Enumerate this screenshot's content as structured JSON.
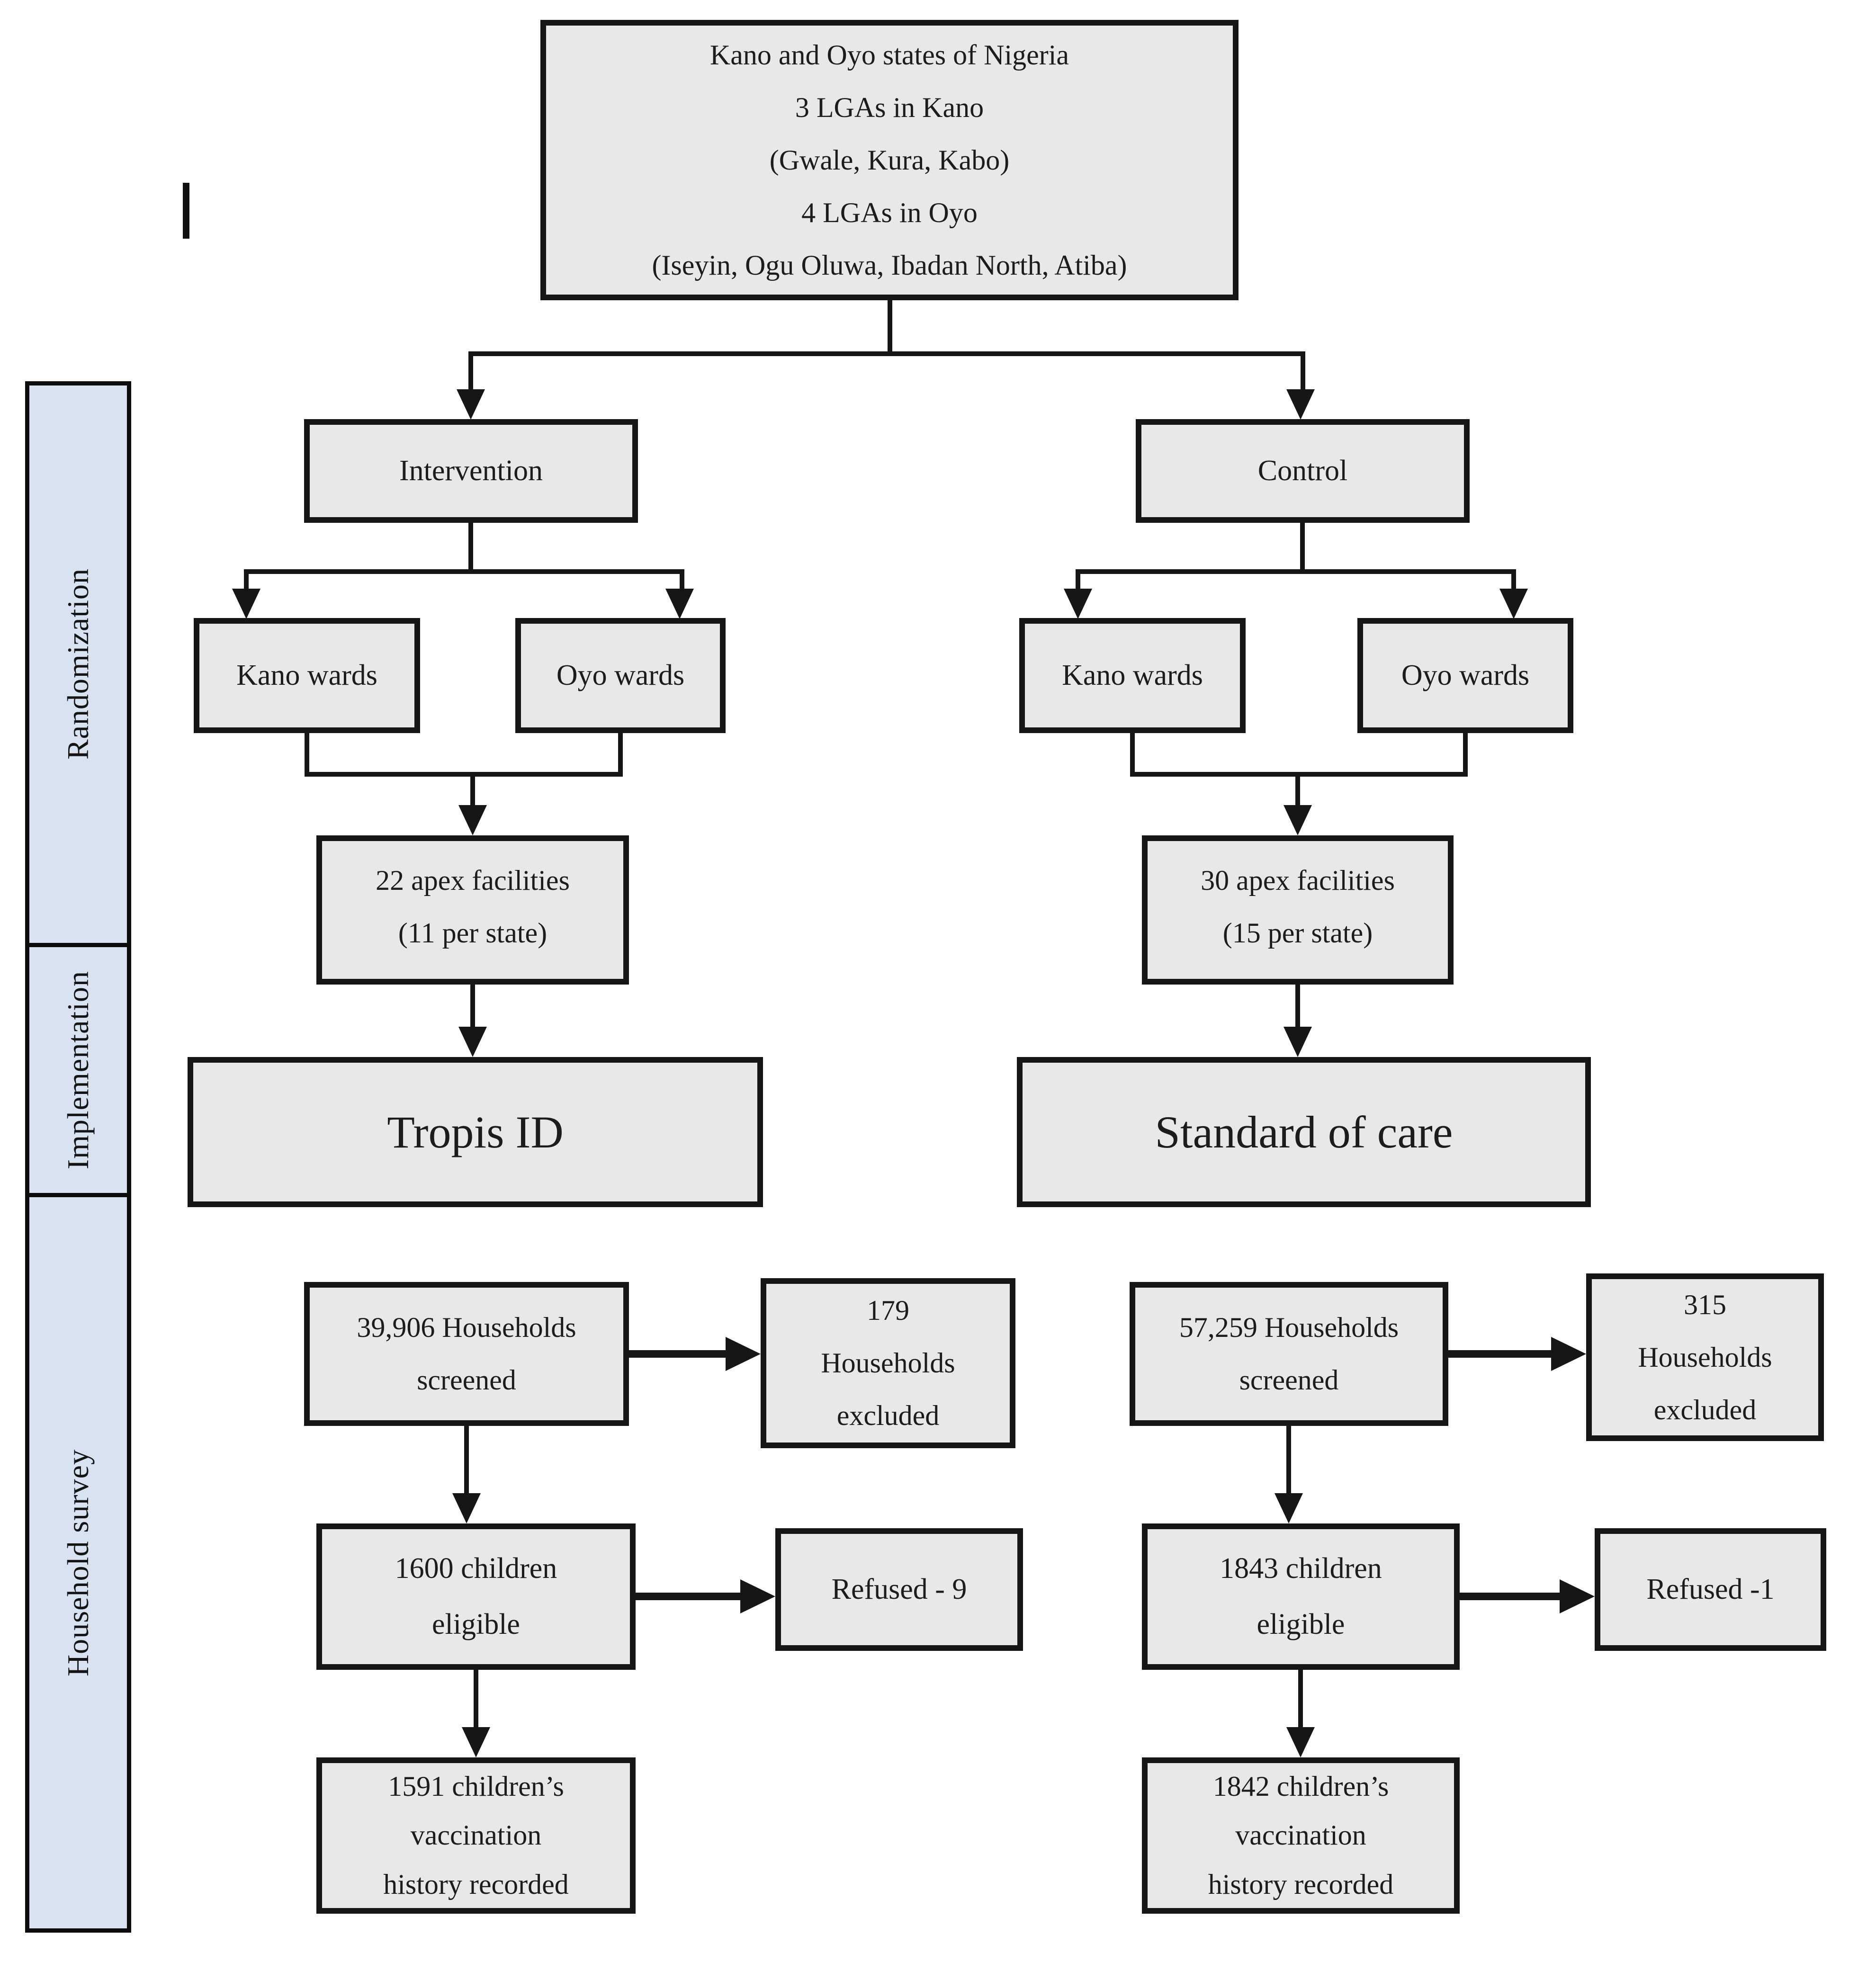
{
  "colors": {
    "box_fill": "#e9e8e8",
    "sidebar_fill": "#d9e2f1",
    "line": "#161616",
    "background": "#ffffff"
  },
  "sidebar": {
    "sections": [
      "Randomization",
      "Implementation",
      "Household survey"
    ]
  },
  "top_box": {
    "text": "Kano and Oyo states of Nigeria\n3 LGAs in Kano\n(Gwale, Kura, Kabo)\n4 LGAs in Oyo\n(Iseyin, Ogu Oluwa, Ibadan North, Atiba)"
  },
  "arms": {
    "intervention": {
      "label": "Intervention",
      "kano_wards": "Kano wards",
      "oyo_wards": "Oyo wards",
      "apex_facilities": "22 apex facilities\n(11 per state)",
      "implementation": "Tropis ID",
      "households_screened": "39,906 Households\nscreened",
      "households_excluded": "179\nHouseholds\nexcluded",
      "children_eligible": "1600 children\neligible",
      "refused": "Refused - 9",
      "vaccination_recorded": "1591 children’s\nvaccination\nhistory recorded"
    },
    "control": {
      "label": "Control",
      "kano_wards": "Kano wards",
      "oyo_wards": "Oyo wards",
      "apex_facilities": "30 apex facilities\n(15 per state)",
      "implementation": "Standard of care",
      "households_screened": "57,259 Households\nscreened",
      "households_excluded": "315\nHouseholds\nexcluded",
      "children_eligible": "1843 children\neligible",
      "refused": "Refused -1",
      "vaccination_recorded": "1842 children’s\nvaccination\nhistory recorded"
    }
  }
}
